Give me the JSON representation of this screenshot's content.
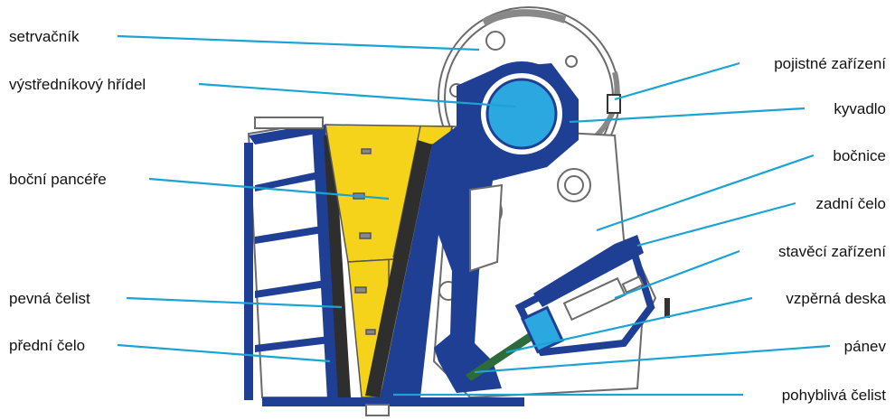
{
  "diagram": {
    "colors": {
      "frame_blue": "#1f3f95",
      "liner_yellow": "#f4d31a",
      "leader_cyan": "#1aa3d4",
      "shaft_cyan": "#2ba8e0",
      "outline_gray": "#6b6b6b",
      "toggle_green": "#2e6b3a"
    },
    "labels": {
      "setrvacnik": "setrvačník",
      "hridel": "výstředníkový hřídel",
      "pancere": "boční pancéře",
      "pevna_celist": "pevná čelist",
      "predni_celo": "přední čelo",
      "pojistne": "pojistné zařízení",
      "kyvadlo": "kyvadlo",
      "bocnice": "bočnice",
      "zadni_celo": "zadní čelo",
      "stavecí": "stavěcí zařízení",
      "vzperna": "vzpěrná deska",
      "panev": "pánev",
      "pohybliva": "pohyblivá čelist"
    }
  }
}
